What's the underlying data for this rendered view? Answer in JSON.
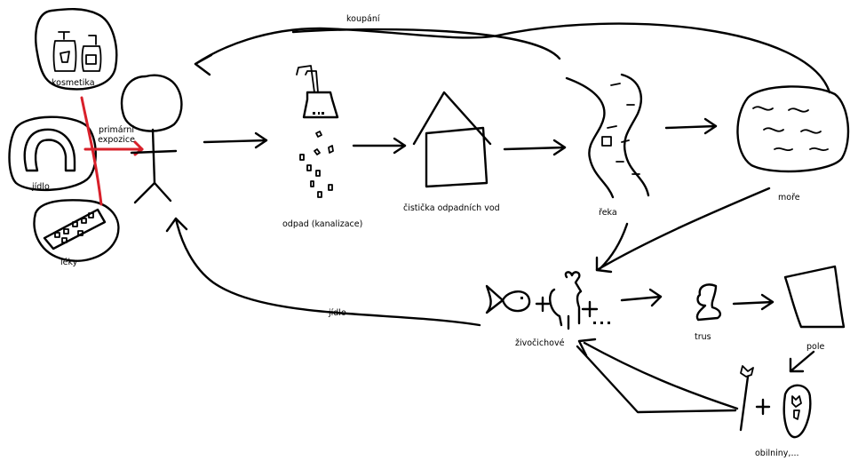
{
  "labels": {
    "kosmetika": "kosmetika",
    "primarni": "primární",
    "expozice": "expozice",
    "jidlo_left": "jídlo",
    "leky": "léky",
    "koupani": "koupání",
    "odpad": "odpad (kanalizace)",
    "cisticka": "čistička odpadních vod",
    "reka": "řeka",
    "more": "moře",
    "jidlo_bottom": "jídlo",
    "zivocichove": "živočichové",
    "trus": "trus",
    "pole": "pole",
    "obilniny": "obilniny,..."
  },
  "colors": {
    "ink": "#000000",
    "exposure_marker": "#d8202a",
    "background": "#ffffff"
  }
}
